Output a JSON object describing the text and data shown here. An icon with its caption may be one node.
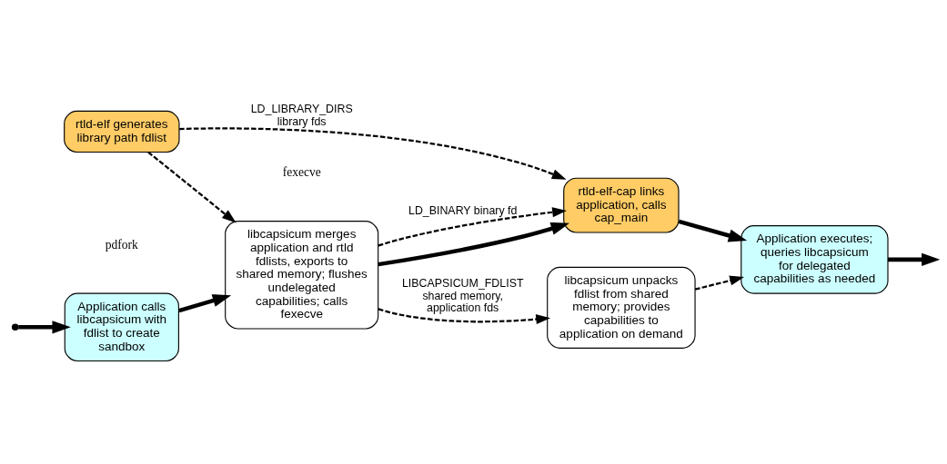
{
  "diagram": {
    "nodes": [
      {
        "text": [
          "Application calls libcapsicum with fdlist to create sandbox"
        ]
      },
      {
        "text": [
          "libcapsicum merges application and rtld fdlists, exports to shared memory; flushes undelegated capabilities; calls fexecve"
        ]
      },
      {
        "text": [
          "rtld-elf generates library path fdlist"
        ]
      },
      {
        "text": [
          "rtld-elf-cap links application, calls cap_main"
        ]
      },
      {
        "text": [
          "libcapsicum unpacks fdlist from shared memory; provides capabilities to application on demand"
        ]
      },
      {
        "text": [
          "Application executes; queries libcapsicum for delegated capabilities as needed"
        ]
      }
    ],
    "edges": [
      {
        "from": null,
        "to": 0,
        "arrow": "to",
        "style": "thick"
      },
      {
        "from": 0,
        "to": 1,
        "arrow": "to",
        "style": "thick"
      },
      {
        "from": 2,
        "to": 1,
        "arrow": "to",
        "style": "dashed"
      },
      {
        "from": 1,
        "to": 3,
        "arrow": "to",
        "style": "thick"
      },
      {
        "from": 1,
        "to": 3,
        "arrow": "to",
        "style": "dashed",
        "label": "LD_BINARY binary fd"
      },
      {
        "from": 1,
        "to": 4,
        "arrow": "to",
        "style": "dashed",
        "label": "LIBCAPSICUM_FDLIST shared memory, application fds"
      },
      {
        "from": 2,
        "to": 3,
        "arrow": "to",
        "style": "dashed",
        "label": "LD_LIBRARY_DIRS library fds"
      },
      {
        "from": 4,
        "to": 5,
        "arrow": "to",
        "style": "dashed"
      },
      {
        "from": 3,
        "to": 5,
        "arrow": "to",
        "style": "thick"
      },
      {
        "from": 5,
        "to": null,
        "arrow": "to",
        "style": "thick"
      }
    ],
    "labels": [
      "pdfork",
      "fexecve"
    ]
  }
}
